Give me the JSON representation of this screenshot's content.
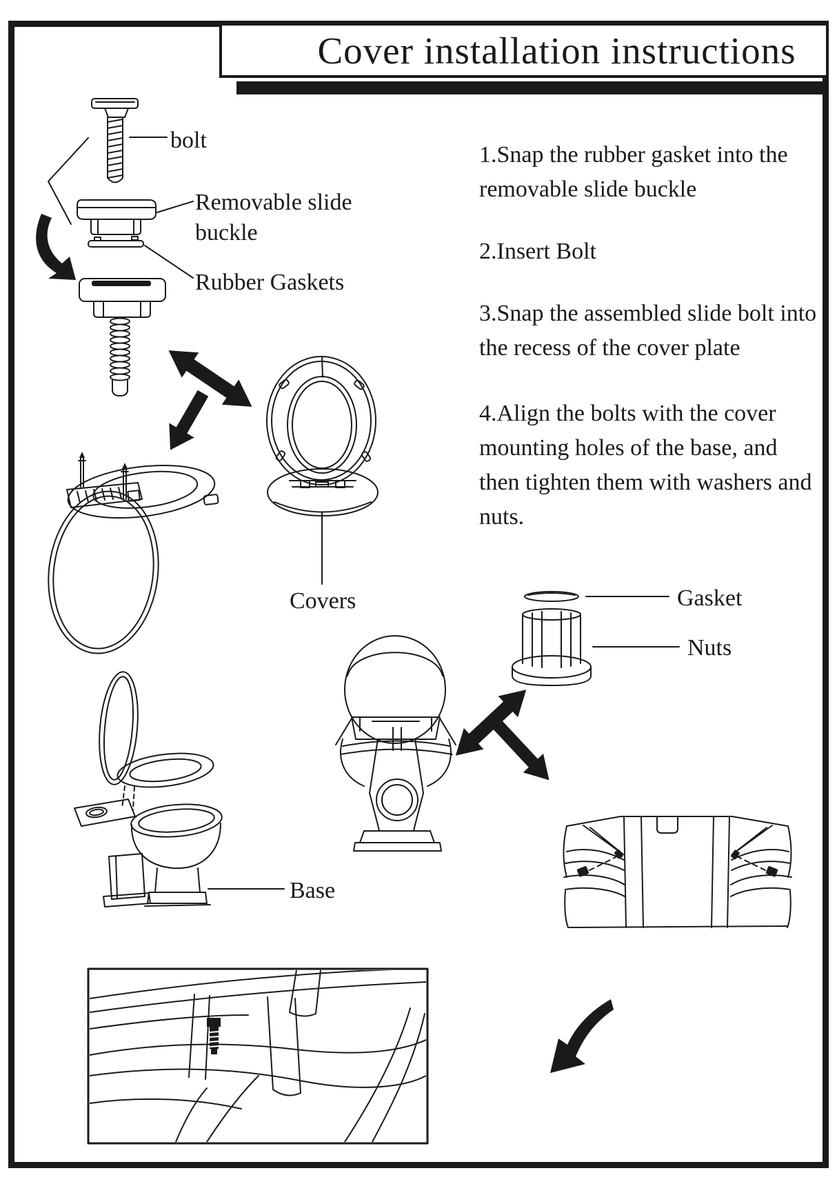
{
  "title": {
    "text": "Cover installation instructions"
  },
  "instructions": {
    "step1": "1.Snap the rubber gasket into the removable slide buckle",
    "step2": "2.Insert Bolt",
    "step3": "3.Snap the assembled slide bolt into the recess of the cover plate",
    "step4": "4.Align the bolts with the cover mounting holes of the base, and then tighten them with washers and nuts."
  },
  "labels": {
    "bolt": "bolt",
    "removable_slide_buckle": "Removable slide\nbuckle",
    "rubber_gaskets": "Rubber Gaskets",
    "covers": "Covers",
    "gasket": "Gasket",
    "nuts": "Nuts",
    "base": "Base"
  },
  "colors": {
    "ink": "#1a1a1a",
    "paper": "#ffffff"
  },
  "icons": {
    "curved_arrow_top_left": "curved-arrow-down-right",
    "double_arrow_upper": "double-headed-diagonal-arrow",
    "single_arrow_upper": "arrow-down-left",
    "double_arrow_lower": "double-headed-diagonal-arrow",
    "single_arrow_lower": "arrow-down-right",
    "curved_arrow_bottom": "curved-arrow-down-left"
  }
}
